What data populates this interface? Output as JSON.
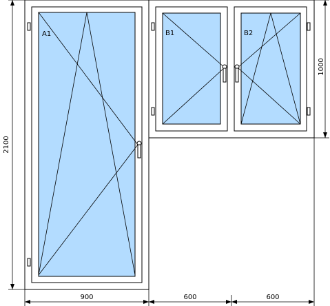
{
  "drawing": {
    "sashes": [
      {
        "id": "A1",
        "label": "A1",
        "opening": "tilt-turn",
        "hinge_side": "left"
      },
      {
        "id": "B1",
        "label": "B1",
        "opening": "turn",
        "hinge_side": "left"
      },
      {
        "id": "B2",
        "label": "B2",
        "opening": "tilt-turn",
        "hinge_side": "right"
      }
    ],
    "dimensions": {
      "total_height": "2100",
      "upper_height": "1000",
      "width_a": "900",
      "width_b1": "600",
      "width_b2": "600"
    },
    "colors": {
      "glass": "#b3dcff",
      "frame": "#ffffff",
      "line": "#000000",
      "background": "#ffffff"
    }
  }
}
